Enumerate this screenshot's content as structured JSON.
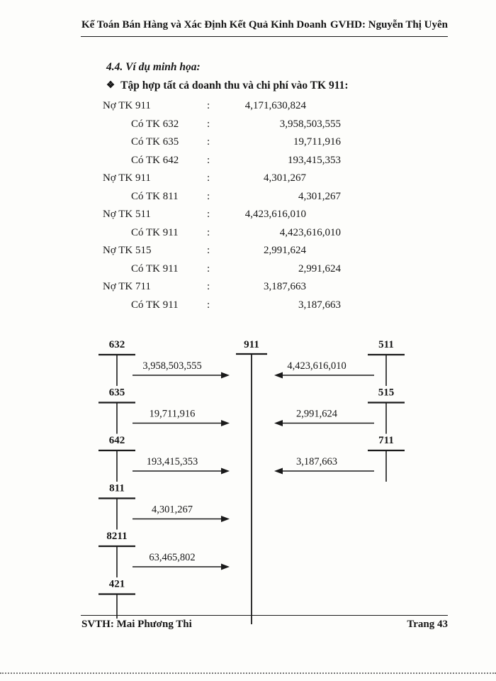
{
  "page": {
    "header": {
      "left": "Kế Toán Bán Hàng và Xác Định Kết Quả Kinh Doanh",
      "right": "GVHD: Nguyễn Thị Uyên"
    },
    "section_heading": "4.4. Ví dụ minh họa:",
    "bullet": {
      "icon": "❖",
      "text": "Tập hợp tất cả doanh thu và chi phí vào TK 911:"
    },
    "footer": {
      "left": "SVTH: Mai Phương Thi",
      "right": "Trang 43"
    }
  },
  "entries": [
    {
      "side": "debit",
      "label": "Nợ TK 911",
      "separator": ":",
      "amount": "4,171,630,824"
    },
    {
      "side": "credit",
      "label": "Có TK 632",
      "separator": ":",
      "amount": "3,958,503,555"
    },
    {
      "side": "credit",
      "label": "Có TK 635",
      "separator": ":",
      "amount": "19,711,916"
    },
    {
      "side": "credit",
      "label": "Có TK 642",
      "separator": ":",
      "amount": "193,415,353"
    },
    {
      "side": "debit",
      "label": "Nợ TK 911",
      "separator": ":",
      "amount": "4,301,267"
    },
    {
      "side": "credit",
      "label": "Có TK 811",
      "separator": ":",
      "amount": "4,301,267"
    },
    {
      "side": "debit",
      "label": "Nợ TK 511",
      "separator": ":",
      "amount": "4,423,616,010"
    },
    {
      "side": "credit",
      "label": "Có TK 911",
      "separator": ":",
      "amount": "4,423,616,010"
    },
    {
      "side": "debit",
      "label": "Nợ TK 515",
      "separator": ":",
      "amount": "2,991,624"
    },
    {
      "side": "credit",
      "label": "Có TK 911",
      "separator": ":",
      "amount": "2,991,624"
    },
    {
      "side": "debit",
      "label": "Nợ TK 711",
      "separator": ":",
      "amount": "3,187,663"
    },
    {
      "side": "credit",
      "label": "Có TK 911",
      "separator": ":",
      "amount": "3,187,663"
    }
  ],
  "diagram": {
    "center_account": "911",
    "left_accounts": [
      {
        "account": "632",
        "amount": "3,958,503,555"
      },
      {
        "account": "635",
        "amount": "19,711,916"
      },
      {
        "account": "642",
        "amount": "193,415,353"
      },
      {
        "account": "811",
        "amount": "4,301,267"
      },
      {
        "account": "8211",
        "amount": "63,465,802"
      },
      {
        "account": "421",
        "amount": null
      }
    ],
    "right_accounts": [
      {
        "account": "511",
        "amount": "4,423,616,010"
      },
      {
        "account": "515",
        "amount": "2,991,624"
      },
      {
        "account": "711",
        "amount": "3,187,663"
      }
    ]
  }
}
